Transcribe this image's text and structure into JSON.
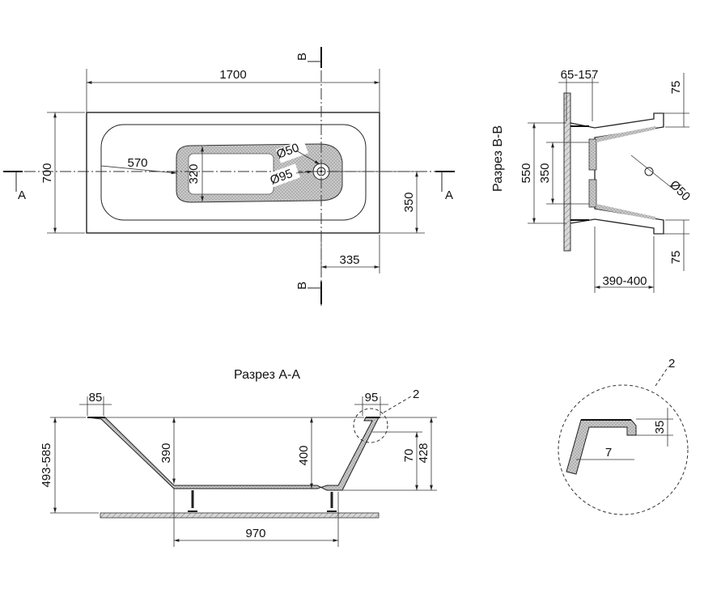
{
  "plan_view": {
    "length": "1700",
    "width": "700",
    "drain_x": "570",
    "basin_width": "320",
    "diameter_overflow": "Ø50",
    "diameter_drain": "Ø95",
    "drain_offset_y": "350",
    "drain_offset_x": "335",
    "section_a": "A",
    "section_b": "B"
  },
  "section_bb": {
    "title": "Разрез B-B",
    "wall_gap": "65-157",
    "rim_top": "75",
    "rim_bottom": "75",
    "outer_width": "550",
    "inner_width": "350",
    "overflow_diameter": "Ø50",
    "leg_depth": "390-400"
  },
  "section_aa": {
    "title": "Разрез А-А",
    "rim_left": "85",
    "rim_right": "95",
    "detail_ref": "2",
    "total_height": "493-585",
    "depth_left": "390",
    "depth_right": "400",
    "overflow_height": "70",
    "floor_height": "428",
    "bottom_length": "970"
  },
  "detail_2": {
    "ref": "2",
    "height": "35",
    "thickness": "7"
  }
}
